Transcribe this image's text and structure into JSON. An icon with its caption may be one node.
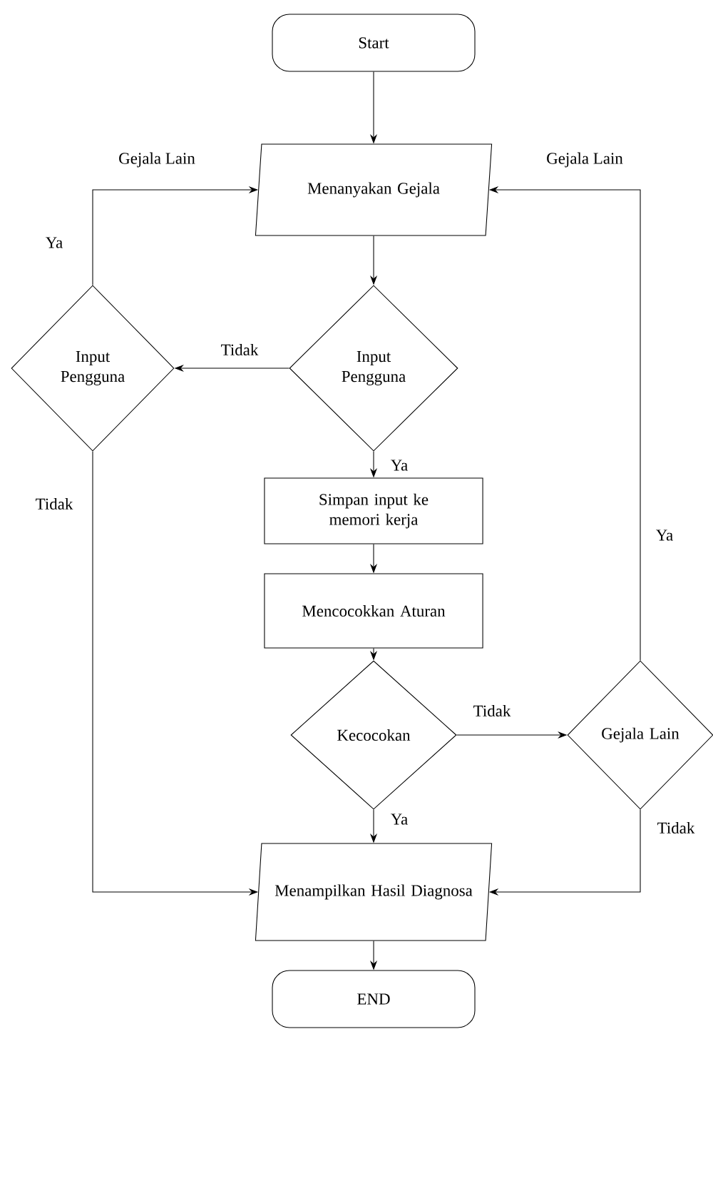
{
  "diagram": {
    "nodes": [
      {
        "text": [
          "Start"
        ]
      },
      {
        "text": [
          "Menanyakan Gejala"
        ]
      },
      {
        "text": [
          "Input Pengguna"
        ]
      },
      {
        "text": [
          "Input Pengguna"
        ]
      },
      {
        "text": [
          "Simpan input ke memori kerja"
        ]
      },
      {
        "text": [
          "Mencocokkan Aturan"
        ]
      },
      {
        "text": [
          "Kecocokan"
        ]
      },
      {
        "text": [
          "Gejala Lain"
        ]
      },
      {
        "text": [
          "Menampilkan Hasil Diagnosa"
        ]
      },
      {
        "text": [
          "END"
        ]
      }
    ],
    "edges": [
      {
        "from": 0,
        "to": 1,
        "arrow": "to"
      },
      {
        "from": 1,
        "to": 2,
        "arrow": "to"
      },
      {
        "from": 2,
        "to": 3,
        "arrow": "to",
        "label": "Tidak"
      },
      {
        "from": 3,
        "to": 1,
        "arrow": "to",
        "label": "Gejala Lain"
      },
      {
        "from": 3,
        "to": 8,
        "arrow": "to",
        "label": "Tidak"
      },
      {
        "from": 2,
        "to": 4,
        "arrow": "to",
        "label": "Ya"
      },
      {
        "from": 4,
        "to": 5,
        "arrow": "to"
      },
      {
        "from": 5,
        "to": 6,
        "arrow": "to"
      },
      {
        "from": 6,
        "to": 8,
        "arrow": "to",
        "label": "Ya"
      },
      {
        "from": 6,
        "to": 7,
        "arrow": "to",
        "label": "Tidak"
      },
      {
        "from": 7,
        "to": 1,
        "arrow": "to",
        "label": "Gejala Lain"
      },
      {
        "from": 7,
        "to": 8,
        "arrow": "to",
        "label": "Tidak"
      },
      {
        "from": 8,
        "to": 9,
        "arrow": "to"
      }
    ],
    "labels": [
      "Ya",
      "Ya"
    ]
  }
}
